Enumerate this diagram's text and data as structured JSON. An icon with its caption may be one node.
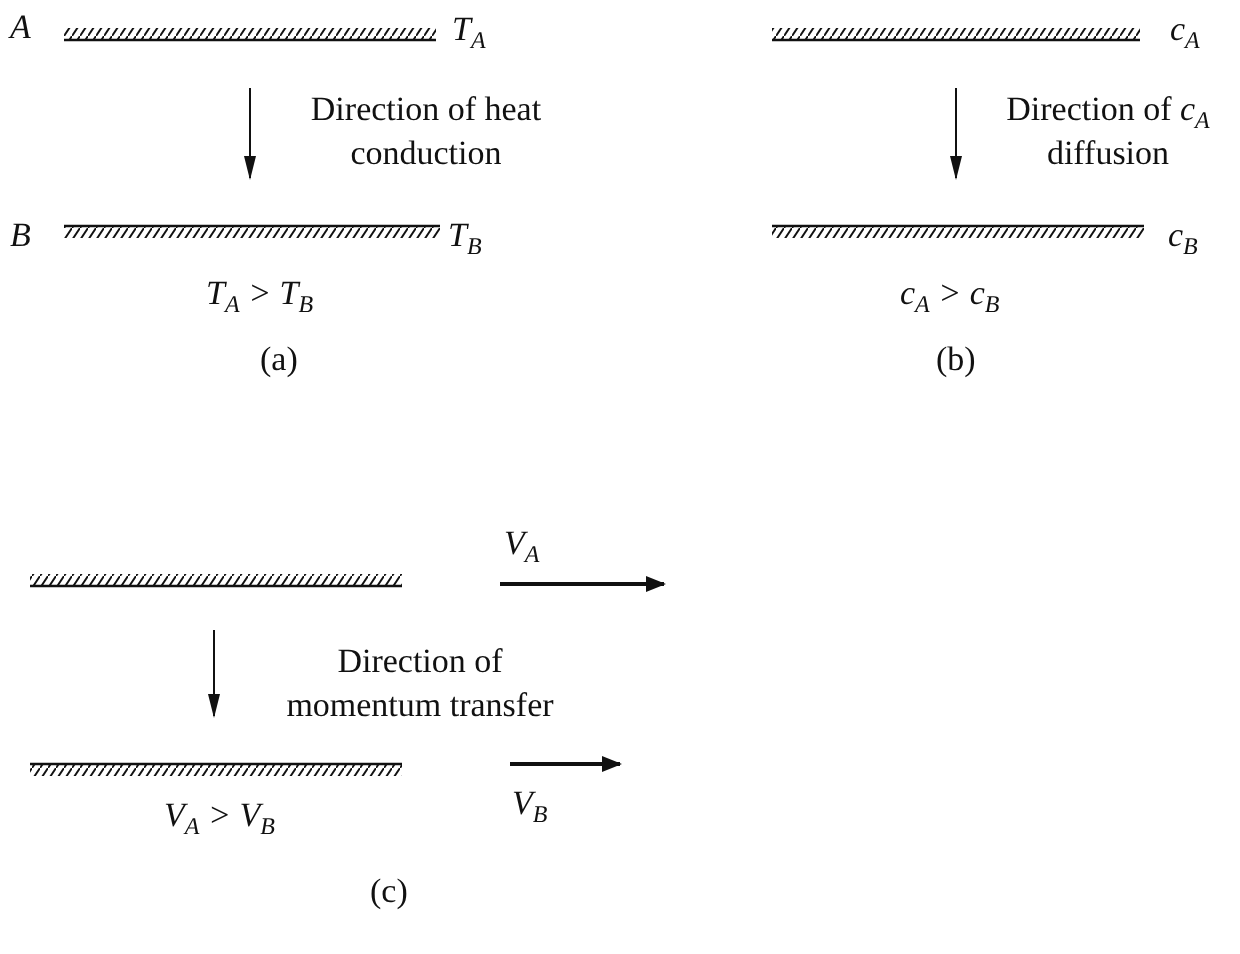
{
  "diagram": {
    "labels": [
      "A",
      "T$_{A}$",
      "c$_{A}$",
      "Direction of heat conduction",
      "Direction of *c*$_{A}$ diffusion",
      "B",
      "T$_{B}$",
      "c$_{B}$",
      "T$_{A}$ > T$_{B}$",
      "c$_{A}$ > c$_{B}$",
      "(a)",
      "(b)",
      "V$_{A}$",
      "Direction of momentum transfer",
      "V$_{A}$ > V$_{B}$",
      "V$_{B}$",
      "(c)"
    ]
  }
}
